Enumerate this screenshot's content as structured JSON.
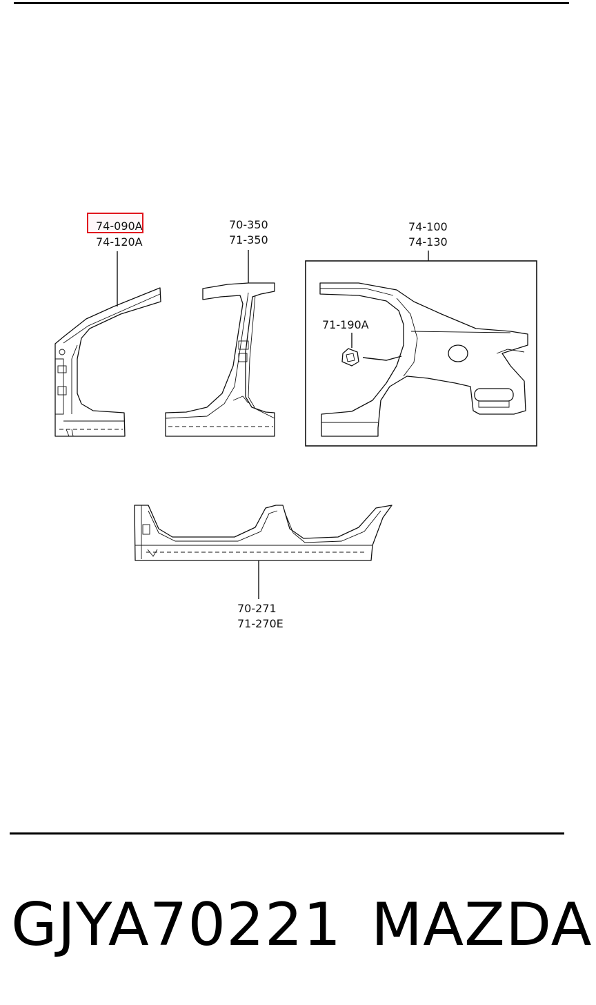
{
  "labels": {
    "a_pillar_1": "74-090A",
    "a_pillar_2": "74-120A",
    "b_pillar_1": "70-350",
    "b_pillar_2": "71-350",
    "quarter_1": "74-100",
    "quarter_2": "74-130",
    "fuel_lid": "71-190A",
    "sill_1": "70-271",
    "sill_2": "71-270E"
  },
  "footer": {
    "part_number": "GJYA70221",
    "brand": "MAZDA"
  },
  "colors": {
    "highlight": "#e0161e",
    "line": "#111111",
    "background": "#ffffff"
  }
}
